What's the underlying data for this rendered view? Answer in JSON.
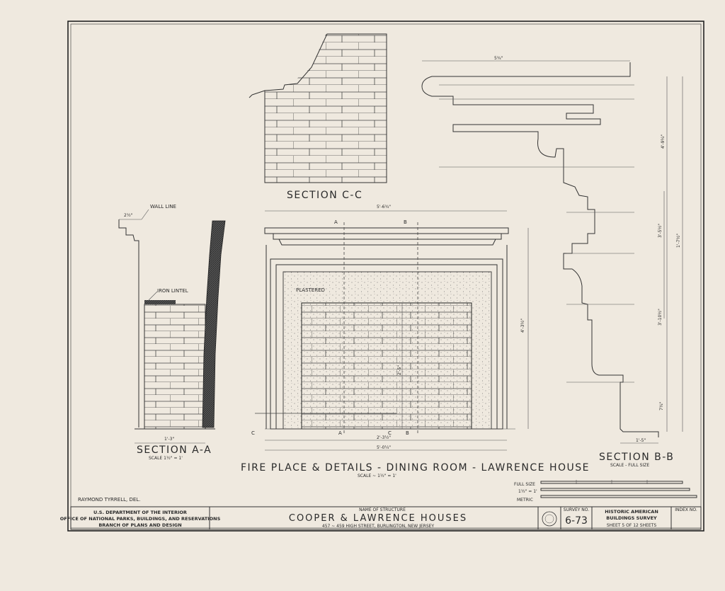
{
  "drawing": {
    "main_title": "FIRE PLACE & DETAILS - DINING ROOM - LAWRENCE HOUSE",
    "main_scale": "SCALE ~ 1½\" = 1'",
    "section_cc": "SECTION C-C",
    "section_aa": "SECTION A-A",
    "section_aa_scale": "SCALE 1½\" = 1'",
    "section_bb": "SECTION B-B",
    "section_bb_scale": "SCALE - FULL SIZE",
    "labels": {
      "wall_line": "WALL LINE",
      "iron_lintel": "IRON LINTEL",
      "plastered": "PLASTERED",
      "cut_a": "A",
      "cut_b": "B",
      "cut_c": "C"
    },
    "dimensions": {
      "overall_top": "5'-6¾\"",
      "overall_bottom": "5'-0¼\"",
      "height": "4'-3½\"",
      "opening_width": "2'-3½\"",
      "opening_height": "2'-5\"",
      "profile_top": "5¾\"",
      "profile_height": "4'-9¼\"",
      "profile_mid": "1'-7½\"",
      "profile_upper": "3'-5½\"",
      "profile_lower": "3'-10½\"",
      "profile_base": "7¼\"",
      "profile_foot": "1'-5\"",
      "section_aa_width": "1'-3\"",
      "section_aa_offset": "2½\""
    },
    "scale_bar": {
      "full_size": "FULL SIZE",
      "scale": "1½\" = 1'",
      "metric": "METRIC"
    },
    "delineator": "RAYMOND TYRRELL, DEL."
  },
  "title_block": {
    "agency_line1": "U.S. DEPARTMENT OF THE INTERIOR",
    "agency_line2": "OFFICE OF NATIONAL PARKS, BUILDINGS, AND RESERVATIONS",
    "agency_line3": "BRANCH OF PLANS AND DESIGN",
    "structure_label": "NAME OF STRUCTURE",
    "structure_name": "COOPER & LAWRENCE HOUSES",
    "address": "457 ~ 459 HIGH STREET, BURLINGTON, NEW JERSEY",
    "survey_label": "SURVEY NO.",
    "survey_no": "6-73",
    "habs_line1": "HISTORIC AMERICAN",
    "habs_line2": "BUILDINGS SURVEY",
    "sheet_prefix": "SHEET",
    "sheet_no": "5",
    "sheet_of": "OF",
    "sheet_total": "12",
    "sheet_suffix": "SHEETS",
    "index_label": "INDEX NO."
  }
}
